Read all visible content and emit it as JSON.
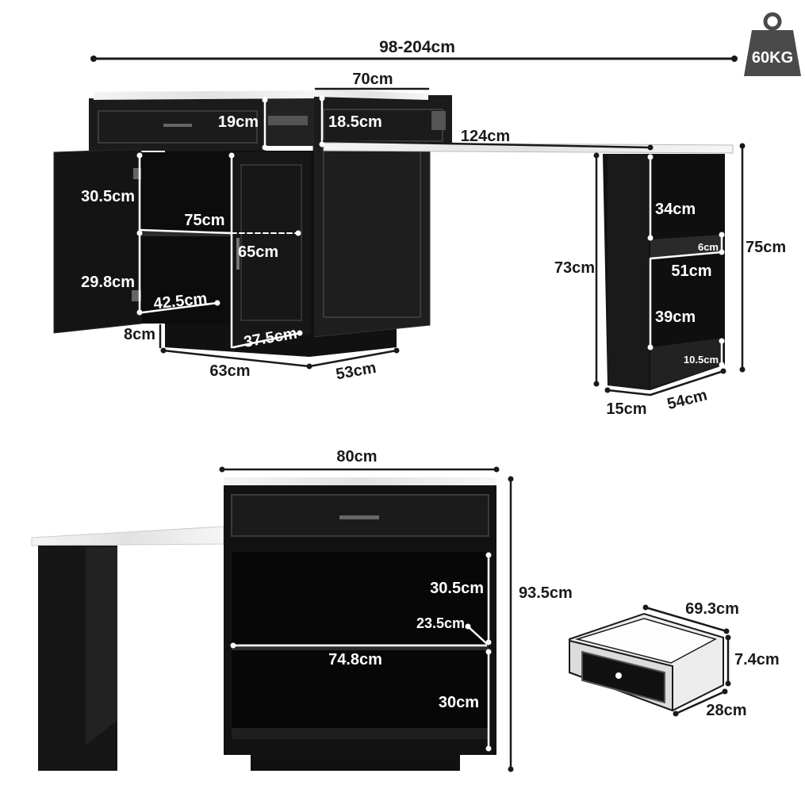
{
  "weight": {
    "label": "60KG",
    "icon": "weight-icon"
  },
  "colors": {
    "cabinet": "#1b1b1b",
    "cabinet_dark": "#0c0c0c",
    "top": "#eeeeee",
    "line": "#1a1a1a",
    "marker": "#ffffff",
    "badge": "#4a4a4a"
  },
  "top_view": {
    "total_width": "98-204cm",
    "drawer_width": "70cm",
    "drawer_height_left": "19cm",
    "drawer_height_right": "18.5cm",
    "extension_length": "124cm",
    "upper_shelf_height": "30.5cm",
    "inner_width": "75cm",
    "cabinet_height": "65cm",
    "lower_shelf_height": "29.8cm",
    "shelf_depth": "42.5cm",
    "base_height": "8cm",
    "inner_depth": "37.5cm",
    "cabinet_depth": "63cm",
    "cabinet_side": "53cm",
    "leg_upper": "34cm",
    "leg_gap": "6cm",
    "leg_height": "73cm",
    "leg_inner_width": "51cm",
    "leg_lower": "39cm",
    "leg_base": "10.5cm",
    "table_height": "75cm",
    "leg_thickness": "15cm",
    "leg_depth": "54cm"
  },
  "front_view": {
    "width": "80cm",
    "upper_height": "30.5cm",
    "shelf_depth": "23.5cm",
    "shelf_width": "74.8cm",
    "total_height": "93.5cm",
    "lower_height": "30cm"
  },
  "drawer": {
    "width": "69.3cm",
    "height": "7.4cm",
    "depth": "28cm"
  }
}
